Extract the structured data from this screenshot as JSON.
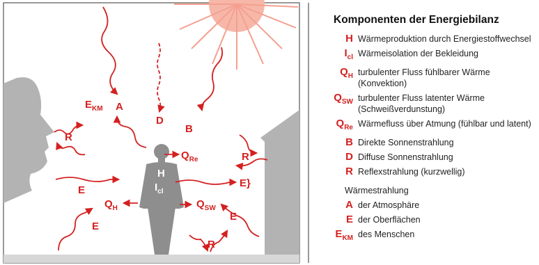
{
  "colors": {
    "accent": "#d42020",
    "sun": "#f8c3b8",
    "figure": "#8e8e8e",
    "silhouette": "#b3b3b3"
  },
  "diagram": {
    "labels": {
      "EKM": {
        "main": "E",
        "sub": "KM"
      },
      "A": "A",
      "D": "D",
      "B": "B",
      "R_left": "R",
      "R_right": "R",
      "R_bottom": "R",
      "E_left": "E",
      "E_leftlow": "E",
      "E_right": "E}",
      "E_rightlow": "E",
      "QRe": {
        "main": "Q",
        "sub": "Re"
      },
      "QH": {
        "main": "Q",
        "sub": "H"
      },
      "QSW": {
        "main": "Q",
        "sub": "SW"
      },
      "H": "H",
      "Icl": {
        "main": "I",
        "sub": "cl"
      }
    }
  },
  "legend": {
    "title": "Komponenten der Energiebilanz",
    "items": [
      {
        "symbol": "H",
        "sub": "",
        "text": "Wärmeproduktion durch Energiestoffwechsel"
      },
      {
        "symbol": "I",
        "sub": "cl",
        "text": "Wärmeisolation der Bekleidung"
      },
      {
        "symbol": "Q",
        "sub": "H",
        "text": "turbulenter Fluss fühlbarer Wärme (Konvektion)"
      },
      {
        "symbol": "Q",
        "sub": "SW",
        "text": "turbulenter Fluss latenter Wärme (Schweißverdunstung)"
      },
      {
        "symbol": "Q",
        "sub": "Re",
        "text": "Wärmefluss über Atmung (fühlbar und latent)"
      },
      {
        "symbol": "B",
        "sub": "",
        "text": "Direkte Sonnenstrahlung"
      },
      {
        "symbol": "D",
        "sub": "",
        "text": "Diffuse Sonnenstrahlung"
      },
      {
        "symbol": "R",
        "sub": "",
        "text": "Reflexstrahlung (kurzwellig)"
      }
    ],
    "section_title": "Wärmestrahlung",
    "section_items": [
      {
        "symbol": "A",
        "sub": "",
        "text": "der Atmosphäre"
      },
      {
        "symbol": "E",
        "sub": "",
        "text": "der Oberflächen"
      },
      {
        "symbol": "E",
        "sub": "KM",
        "text": "des Menschen"
      }
    ]
  }
}
